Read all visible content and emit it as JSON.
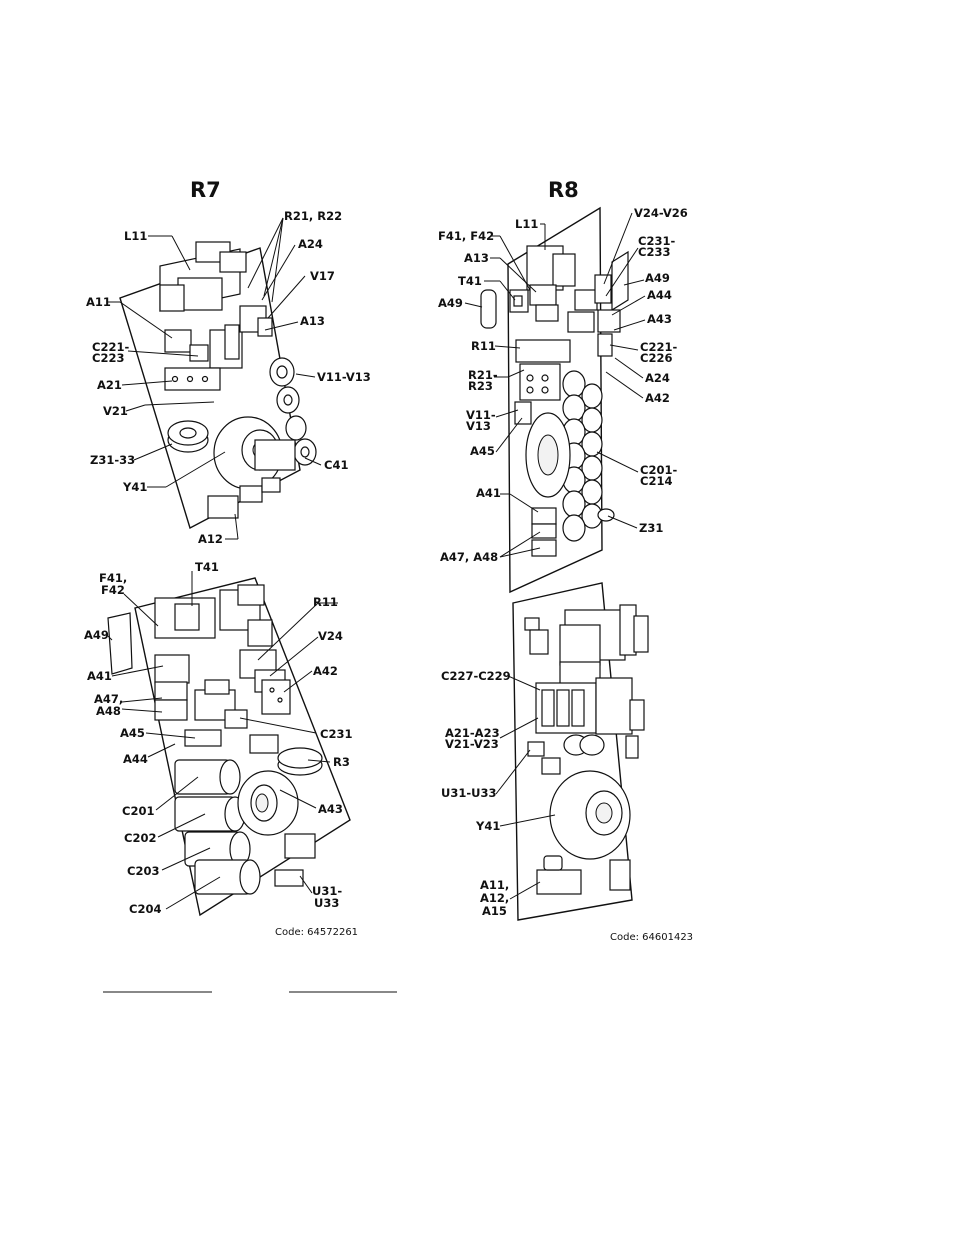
{
  "panels": [
    {
      "id": "r7",
      "title": "R7",
      "code": "Code: 64572261",
      "labels": [
        "L11",
        "R21, R22",
        "A24",
        "V17",
        "A11",
        "A13",
        "C221-",
        "C223",
        "A21",
        "V11-V13",
        "V21",
        "Z31-33",
        "C41",
        "Y41",
        "A12",
        "T41",
        "F41,",
        "F42",
        "R11",
        "A49",
        "V24",
        "A41",
        "A42",
        "A47,",
        "A48",
        "C231",
        "A45",
        "A44",
        "R3",
        "C201",
        "A43",
        "C202",
        "C203",
        "U31-",
        "U33",
        "C204"
      ]
    },
    {
      "id": "r8",
      "title": "R8",
      "code": "Code: 64601423",
      "labels": [
        "L11",
        "V24-V26",
        "F41, F42",
        "C231-",
        "C233",
        "A13",
        "A49",
        "T41",
        "A44",
        "A49",
        "A43",
        "R11",
        "C221-",
        "C226",
        "R21-",
        "R23",
        "A24",
        "A42",
        "V11-",
        "V13",
        "C201-",
        "C214",
        "A45",
        "A41",
        "Z31",
        "A47, A48",
        "C227-C229",
        "A21-A23",
        "V21-V23",
        "U31-U33",
        "Y41",
        "A11,",
        "A12,",
        "A15"
      ]
    }
  ]
}
